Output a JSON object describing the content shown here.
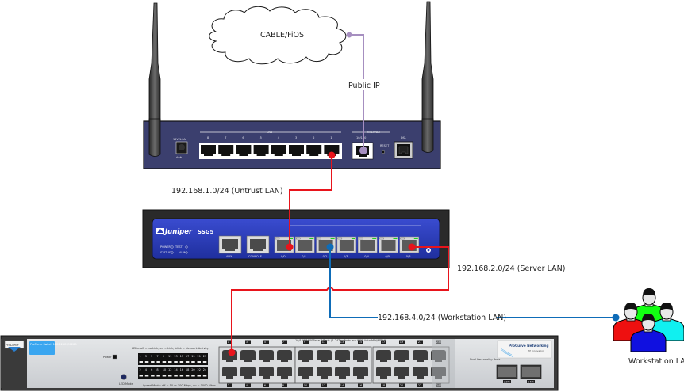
{
  "diagram": {
    "cloud": {
      "label": "CABLE/FiOS"
    },
    "links": {
      "public_ip": {
        "label": "Public IP",
        "color": "#a68fc0"
      },
      "untrust": {
        "label": "192.168.1.0/24 (Untrust LAN)",
        "color": "#e8141c"
      },
      "server": {
        "label": "192.168.2.0/24 (Server LAN)",
        "color": "#e8141c"
      },
      "workstation": {
        "label": "192.168.4.0/24 (Workstation LAN)",
        "color": "#0e6cb8"
      }
    },
    "router": {
      "power_label": "12V 1.0A",
      "lan_group_label": "LAN",
      "lan_ports": [
        "8",
        "7",
        "6",
        "5",
        "4",
        "3",
        "2",
        "1"
      ],
      "wan_group_label": "INTERNET",
      "wan_port_label": "10/100",
      "reset_label": "RESET",
      "dsl_label": "DSL",
      "color": "#3b3f6e"
    },
    "firewall": {
      "brand": "Juniper",
      "model": "SSG5",
      "leds": [
        "POWER",
        "STATUS",
        "TEST",
        "ALM"
      ],
      "aux_label": "AUX",
      "console_label": "CONSOLE",
      "ports": [
        "0/0",
        "0/1",
        "0/2",
        "0/3",
        "0/4",
        "0/5",
        "0/6"
      ],
      "color": "#2b3db5"
    },
    "switch": {
      "logo": "ProCurve",
      "model_label": "ProCurve Switch 1800-24G J9028B",
      "top_port_numbers": [
        "1",
        "3",
        "5",
        "7",
        "9",
        "11",
        "13",
        "15",
        "17",
        "19",
        "21",
        "23T"
      ],
      "bottom_port_numbers": [
        "2",
        "4",
        "6",
        "8",
        "10",
        "12",
        "14",
        "16",
        "18",
        "20",
        "22",
        "24T"
      ],
      "sfp_labels": [
        "23M",
        "24M"
      ],
      "power_label": "Power",
      "brand_panel": "ProCurve Networking",
      "brand_sub": "HP Innovation",
      "legend_line": "LEDs: off = no Link, on = Link, blink = Network Activity",
      "speed_legend": "Speed Mode: off = 10 or 100 Mbps, on = 1000 Mbps",
      "header_text": "10/100/1000Base-T Ports (1-24T) - Ports are IEEE Auto MDI/MDI-X"
    },
    "workstations": {
      "label": "Workstation LAN",
      "colors": [
        "#12ff12",
        "#ee1010",
        "#10f0f0",
        "#1010e0"
      ]
    }
  }
}
